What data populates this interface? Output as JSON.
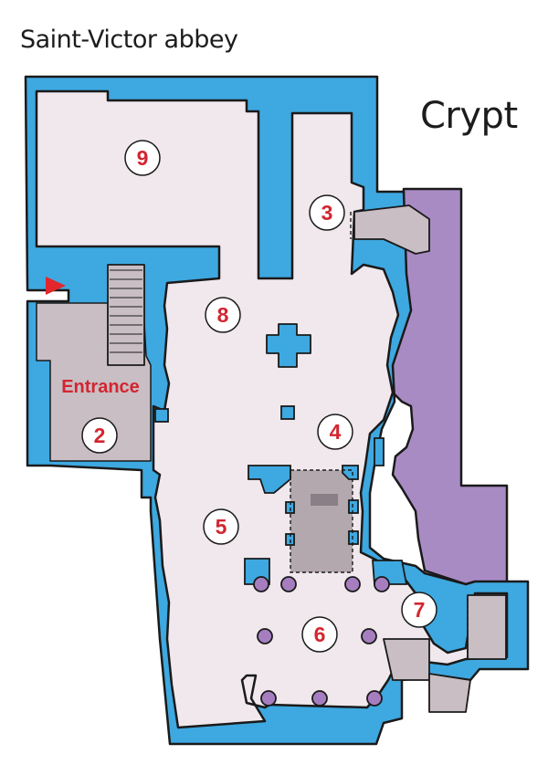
{
  "header": {
    "title": "Saint-Victor abbey"
  },
  "level_label": "Crypt",
  "entrance": {
    "label": "Entrance"
  },
  "markers": [
    {
      "id": "room-2",
      "number": "2"
    },
    {
      "id": "room-3",
      "number": "3"
    },
    {
      "id": "room-4",
      "number": "4"
    },
    {
      "id": "room-5",
      "number": "5"
    },
    {
      "id": "room-6",
      "number": "6"
    },
    {
      "id": "room-7",
      "number": "7"
    },
    {
      "id": "room-8",
      "number": "8"
    },
    {
      "id": "room-9",
      "number": "9"
    }
  ],
  "colors": {
    "wall": "#3ea8e0",
    "floor": "#f0e8ec",
    "outline": "#1a1a1a",
    "stairs": "#c9bec4",
    "chapel": "#a98bc4",
    "altar": "#b2a8ae",
    "tomb": "#8a7f86",
    "column": "#a67ec0",
    "number": "#d22630",
    "entry_arrow": "#e3262c"
  }
}
